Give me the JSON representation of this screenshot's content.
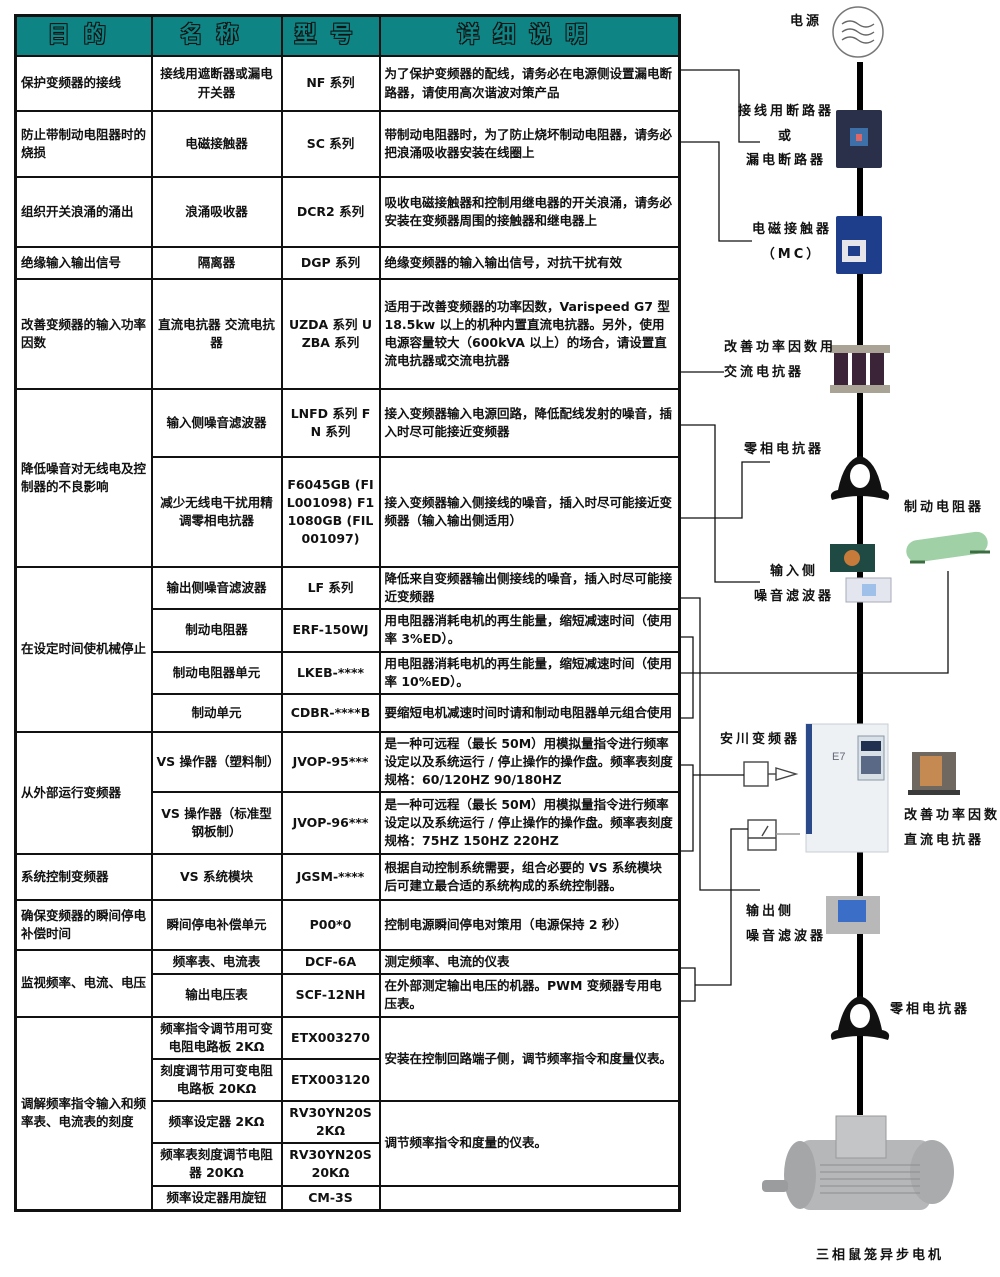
{
  "header": {
    "purpose": "目的",
    "name": "名称",
    "model": "型号",
    "description": "详细说明"
  },
  "rows": [
    {
      "purpose": "保护变频器的接线",
      "name": "接线用遮断器或漏电开关器",
      "model": "NF 系列",
      "description": "为了保护变频器的配线，请务必在电源侧设置漏电断路器，请使用高次谐波对策产品"
    },
    {
      "purpose": "防止带制动电阻器时的烧损",
      "name": "电磁接触器",
      "model": "SC 系列",
      "description": "带制动电阻器时，为了防止烧坏制动电阻器，请务必把浪涌吸收器安装在线圈上"
    },
    {
      "purpose": "组织开关浪涌的涌出",
      "name": "浪涌吸收器",
      "model": "DCR2 系列",
      "description": "吸收电磁接触器和控制用继电器的开关浪涌，请务必安装在变频器周围的接触器和继电器上"
    },
    {
      "purpose": "绝缘输入输出信号",
      "name": "隔离器",
      "model": "DGP 系列",
      "description": "绝缘变频器的输入输出信号，对抗干扰有效"
    },
    {
      "purpose": "改善变频器的输入功率因数",
      "name": "直流电抗器 交流电抗器",
      "model": "UZDA 系列 UZBA 系列",
      "description": "适用于改善变频器的功率因数，Varispeed G7 型 18.5kw 以上的机种内置直流电抗器。另外，使用电源容量较大（600kVA 以上）的场合，请设置直流电抗器或交流电抗器"
    },
    {
      "purpose": "降低噪音对无线电及控制器的不良影响",
      "name": "输入侧噪音滤波器",
      "model": "LNFD 系列 FN 系列",
      "description": "接入变频器输入电源回路，降低配线发射的噪音，插入时尽可能接近变频器"
    },
    {
      "purpose": "",
      "name": "减少无线电干扰用精调零相电抗器",
      "model": "F6045GB (FIL001098) F11080GB (FIL001097)",
      "description": "接入变频器输入侧接线的噪音，插入时尽可能接近变频器（输入输出侧适用）"
    },
    {
      "purpose": "在设定时间使机械停止",
      "name": "输出侧噪音滤波器",
      "model": "LF 系列",
      "description": "降低来自变频器输出侧接线的噪音，插入时尽可能接近变频器"
    },
    {
      "purpose": "",
      "name": "制动电阻器",
      "model": "ERF-150WJ",
      "description": "用电阻器消耗电机的再生能量，缩短减速时间（使用率 3%ED）。"
    },
    {
      "purpose": "",
      "name": "制动电阻器单元",
      "model": "LKEB-****",
      "description": "用电阻器消耗电机的再生能量，缩短减速时间（使用率 10%ED）。"
    },
    {
      "purpose": "",
      "name": "制动单元",
      "model": "CDBR-****B",
      "description": "要缩短电机减速时间时请和制动电阻器单元组合使用"
    },
    {
      "purpose": "从外部运行变频器",
      "name": "VS 操作器（塑料制）",
      "model": "JVOP-95***",
      "description": "是一种可远程（最长 50M）用模拟量指令进行频率设定以及系统运行 / 停止操作的操作盘。频率表刻度规格：60/120HZ 90/180HZ"
    },
    {
      "purpose": "",
      "name": "VS 操作器（标准型钢板制）",
      "model": "JVOP-96***",
      "description": "是一种可远程（最长 50M）用模拟量指令进行频率设定以及系统运行 / 停止操作的操作盘。频率表刻度规格：75HZ 150HZ 220HZ"
    },
    {
      "purpose": "系统控制变频器",
      "name": "VS 系统模块",
      "model": "JGSM-****",
      "description": "根据自动控制系统需要，组合必要的 VS 系统模块后可建立最合适的系统构成的系统控制器。"
    },
    {
      "purpose": "确保变频器的瞬间停电补偿时间",
      "name": "瞬间停电补偿单元",
      "model": "P00*0",
      "description": "控制电源瞬间停电对策用（电源保持 2 秒）"
    },
    {
      "purpose": "监视频率、电流、电压",
      "name": "频率表、电流表",
      "model": "DCF-6A",
      "description": "测定频率、电流的仪表"
    },
    {
      "purpose": "",
      "name": "输出电压表",
      "model": "SCF-12NH",
      "description": "在外部测定输出电压的机器。PWM 变频器专用电压表。"
    },
    {
      "purpose": "调解频率指令输入和频率表、电流表的刻度",
      "name": "频率指令调节用可变电阻电路板 2KΩ",
      "model": "ETX003270",
      "description": "安装在控制回路端子侧，调节频率指令和度量仪表。"
    },
    {
      "purpose": "",
      "name": "刻度调节用可变电阻电路板 20KΩ",
      "model": "ETX003120",
      "description": ""
    },
    {
      "purpose": "",
      "name": "频率设定器 2KΩ",
      "model": "RV30YN20S 2KΩ",
      "description": "调节频率指令和度量的仪表。"
    },
    {
      "purpose": "",
      "name": "频率表刻度调节电阻器 20KΩ",
      "model": "RV30YN20S 20KΩ",
      "description": ""
    },
    {
      "purpose": "",
      "name": "频率设定器用旋钮",
      "model": "CM-3S",
      "description": ""
    }
  ],
  "diagram": {
    "power": "电源",
    "breaker": [
      "接线用断路器",
      "或",
      "漏电断路器"
    ],
    "contactor": [
      "电磁接触器",
      "（MC）"
    ],
    "ac_reactor": [
      "改善功率因数用",
      "交流电抗器"
    ],
    "zero_phase_in": "零相电抗器",
    "brake_resistor": "制动电阻器",
    "input_filter": [
      "输入侧",
      "噪音滤波器"
    ],
    "inverter": "安川变频器",
    "inverter_model": "E7",
    "dc_reactor": [
      "改善功率因数",
      "直流电抗器"
    ],
    "output_filter": [
      "输出侧",
      "噪音滤波器"
    ],
    "zero_phase_out": "零相电抗器",
    "motor": "三相鼠笼异步电机"
  },
  "colors": {
    "header_bg": "#0e8584"
  }
}
